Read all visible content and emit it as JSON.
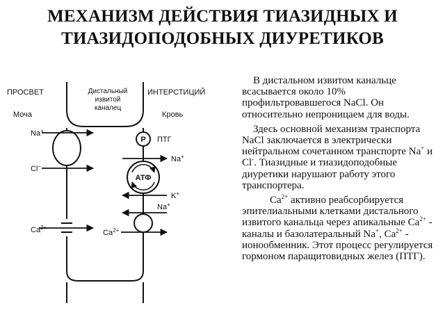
{
  "title": {
    "line1": "МЕХАНИЗМ ДЕЙСТВИЯ ТИАЗИДНЫХ И",
    "line2": "ТИАЗИДОПОДОБНЫХ ДИУРЕТИКОВ"
  },
  "diagram": {
    "lumen_label": "ПРОСВЕТ",
    "urine_label": "Моча",
    "cell_label_1": "Дистальный",
    "cell_label_2": "извитой",
    "cell_label_3": "каналец",
    "interstitium_label": "ИНТЕРСТИЦИЙ",
    "blood_label": "Кровь",
    "na": "Na",
    "na_sup": "+",
    "cl": "Cl",
    "cl_sup": "−",
    "ca": "Ca",
    "ca_sup": "2+",
    "k": "K",
    "k_sup": "+",
    "p_label": "P",
    "pth_label": "ПТГ",
    "atp_label": "АТФ"
  },
  "paragraphs": {
    "p1": "В дистальном извитом канальце всасывается около 10% профильтровавшегося NaCl. Он относительно непроницаем для воды.",
    "p2a": "Здесь основной механизм транспорта NaCl заключается в электрически нейтральном сочетанном транспорте Na",
    "p2_sup1": "+",
    "p2b": " и Cl",
    "p2_sup2": "-",
    "p2c": ". Тиазидные и тиазидоподобные диуретики нарушают работу этого транспортера.",
    "p3a": "Ca",
    "p3_sup1": "2+",
    "p3b": " активно реабсорбируется эпителиальными клетками дистального извитого канальца через апикальные Ca",
    "p3_sup2": "2+",
    "p3c": " - каналы и базолатеральный Na",
    "p3_sup3": "+",
    "p3d": ", Ca",
    "p3_sup4": "2+",
    "p3e": " - ионообменник. Этот процесс регулируется гормоном паращитовидных желез (ПТГ)."
  }
}
